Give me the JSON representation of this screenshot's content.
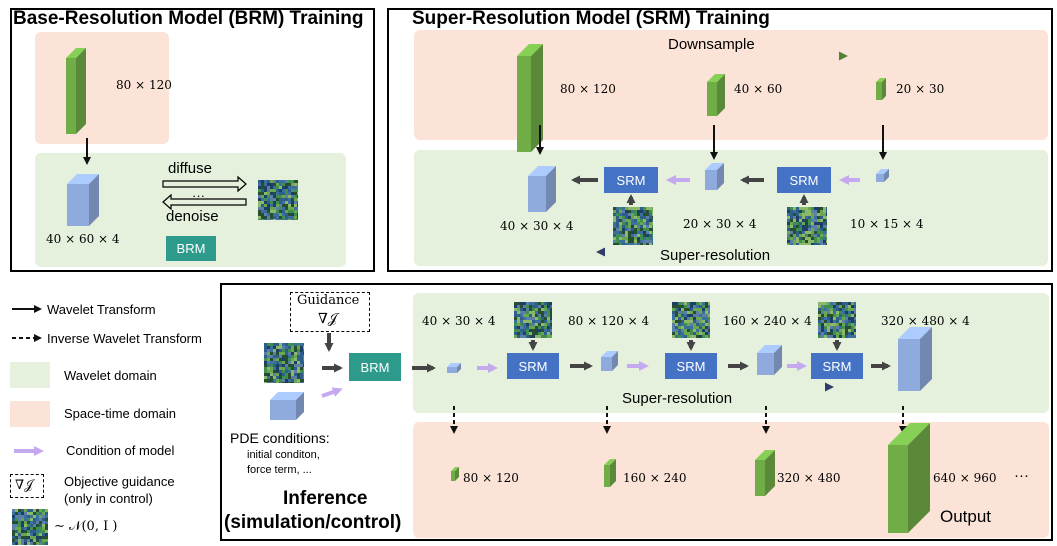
{
  "brm_panel": {
    "title": "Base-Resolution Model (BRM) Training",
    "space_dim": "80 × 120",
    "wavelet_dim": "40 × 60 × 4",
    "diffuse": "diffuse",
    "dots": "···",
    "denoise": "denoise",
    "model": "BRM"
  },
  "srm_panel": {
    "title": "Super-Resolution Model (SRM) Training",
    "downsample": "Downsample",
    "space_dims": [
      "80 × 120",
      "40 × 60",
      "20 × 30"
    ],
    "wavelet_dims": [
      "40 × 30 × 4",
      "20 × 30 × 4",
      "10 × 15 × 4"
    ],
    "model": "SRM",
    "super_resolution": "Super-resolution"
  },
  "legend": {
    "wavelet_transform": "Wavelet Transform",
    "inverse_wavelet_transform": "Inverse Wavelet Transform",
    "wavelet_domain": "Wavelet domain",
    "space_time_domain": "Space-time domain",
    "condition": "Condition of model",
    "guidance_symbol": "∇𝒥",
    "objective_guidance_1": "Objective guidance",
    "objective_guidance_2": "(only in control)",
    "noise_dist": "∼ 𝒩(0, I )"
  },
  "inference_panel": {
    "guidance_1": "Guidance",
    "guidance_2": "∇𝒥",
    "model_brm": "BRM",
    "model_srm": "SRM",
    "pde_title": "PDE conditions:",
    "pde_sub1": "initial conditon,",
    "pde_sub2": "force term, ...",
    "inference_1": "Inference",
    "inference_2": "(simulation/control)",
    "wavelet_dims": [
      "40 × 30 × 4",
      "80 × 120 × 4",
      "160 × 240 × 4",
      "320 × 480 × 4"
    ],
    "super_resolution": "Super-resolution",
    "output_dims": [
      "80 × 120",
      "160 × 240",
      "320 × 480",
      "640 × 960"
    ],
    "ellipsis": "···",
    "output": "Output"
  },
  "colors": {
    "pink_domain": "#fbe4d7",
    "green_domain": "#e5f1dc",
    "srm_box": "#4472c4",
    "brm_box": "#2e9a8c",
    "green_tensor": "#70ad47",
    "blue_tensor": "#8faadc",
    "condition_arrow": "#c5a9f0"
  }
}
